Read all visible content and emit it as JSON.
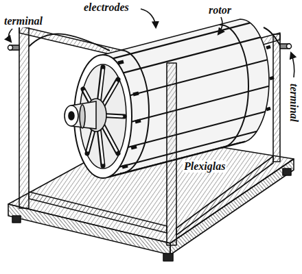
{
  "diagram": {
    "labels": [
      "electrodes",
      "terminal",
      "rotor",
      "Plexiglas",
      "terminal"
    ]
  }
}
